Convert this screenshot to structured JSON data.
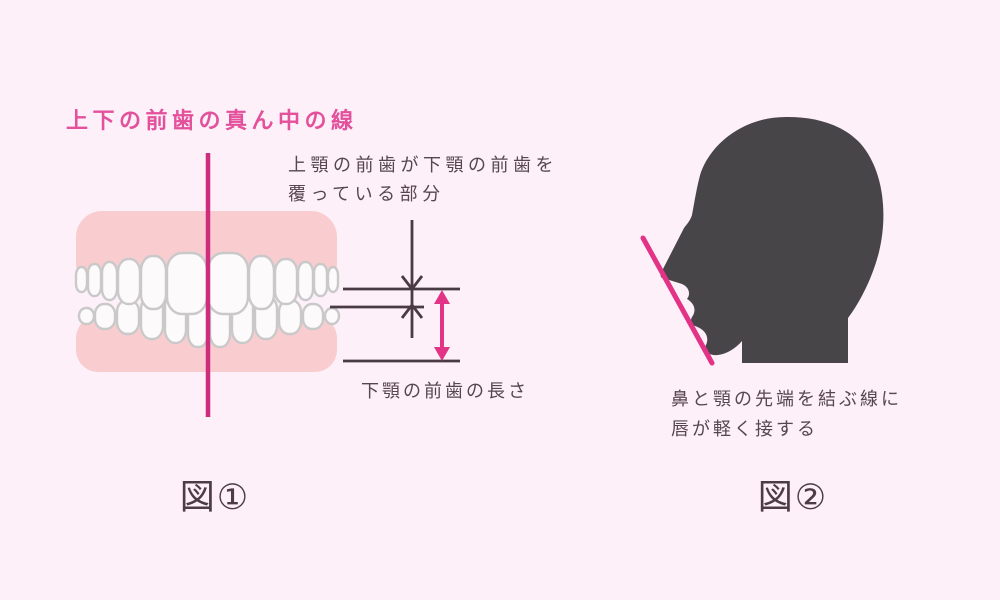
{
  "figure1": {
    "title": "上下の前歯の真ん中の線",
    "overlap_label_line1": "上顎の前歯が下顎の前歯を",
    "overlap_label_line2": "覆っている部分",
    "length_label": "下顎の前歯の長さ",
    "caption": "図①"
  },
  "figure2": {
    "label_line1": "鼻と顎の先端を結ぶ線に",
    "label_line2": "唇が軽く接する",
    "caption": "図②"
  },
  "colors": {
    "background": "#fdf0f8",
    "accent_pink": "#e3509b",
    "midline_pink": "#ce2d7e",
    "arrow_pink": "#e23387",
    "dim_line": "#4a3a44",
    "dark_text": "#564650",
    "caption": "#4d3c46",
    "head": "#484549",
    "gum": "#f9cdd0",
    "tooth": "#fdfafb",
    "tooth_outline": "#c9c9ca"
  }
}
